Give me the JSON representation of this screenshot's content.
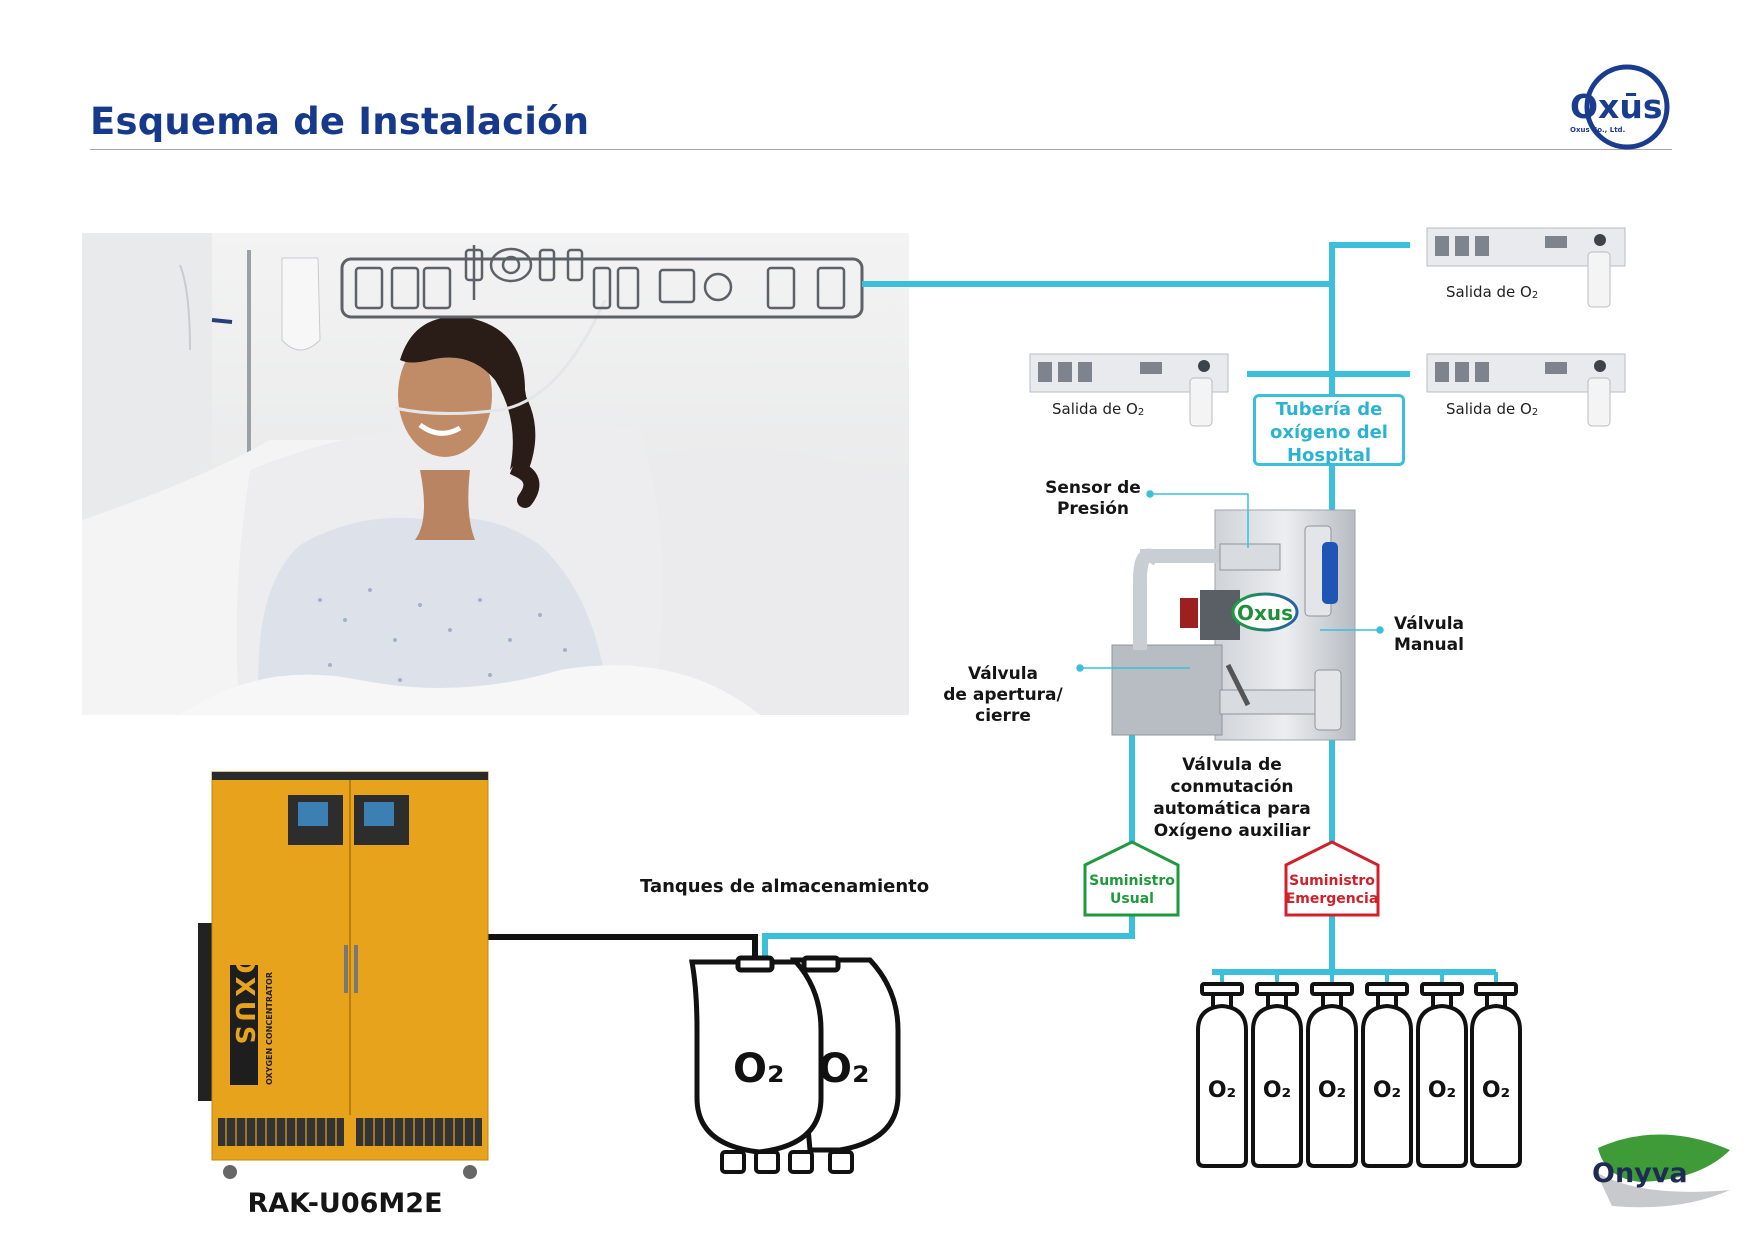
{
  "header": {
    "title": "Esquema de Instalación",
    "logo_text": "Oxūs",
    "logo_subtext": "Oxus Co., Ltd."
  },
  "outlets": [
    {
      "label_prefix": "Salida de O",
      "label_sub": "2"
    },
    {
      "label_prefix": "Salida de O",
      "label_sub": "2"
    },
    {
      "label_prefix": "Salida de O",
      "label_sub": "2"
    }
  ],
  "pipe_label": [
    "Tubería de",
    "oxígeno del",
    "Hospital"
  ],
  "components": {
    "pressure_sensor": [
      "Sensor de",
      "Presión"
    ],
    "manual_valve": [
      "Válvula",
      "Manual"
    ],
    "open_close_valve": [
      "Válvula",
      "de apertura/",
      "cierre"
    ],
    "auto_switch_valve": [
      "Válvula de",
      "conmutación",
      "automática para",
      "Oxígeno auxiliar"
    ],
    "switch_unit_logo": "Oxus"
  },
  "supply": {
    "usual": [
      "Suministro",
      "Usual"
    ],
    "emergency": [
      "Suministro",
      "Emergencia"
    ]
  },
  "storage_label": "Tanques de almacenamiento",
  "tank_label": "O₂",
  "cylinder_label": "O₂",
  "concentrator": {
    "brand": "OXUS",
    "side_text": "OXYGEN CONCENTRATOR",
    "model": "RAK-U06M2E"
  },
  "footer": {
    "brand": "Onyva"
  },
  "colors": {
    "title": "#17398c",
    "pipe": "#3bbfdb",
    "usual": "#1e9a3c",
    "emergency": "#d0202a",
    "concentrator": "#e8a31c",
    "onyva_green": "#2e8b2e"
  }
}
